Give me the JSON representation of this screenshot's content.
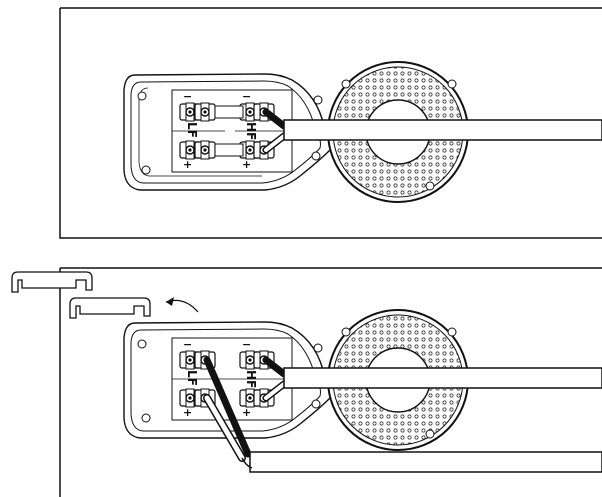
{
  "figure": {
    "panel_top": {
      "terminals": {
        "lf_label": "LF",
        "hf_label": "HF",
        "minus_sign": "−",
        "plus_sign": "+"
      }
    },
    "panel_bottom": {
      "terminals": {
        "lf_label": "LF",
        "hf_label": "HF",
        "minus_sign": "−",
        "plus_sign": "+"
      }
    }
  }
}
